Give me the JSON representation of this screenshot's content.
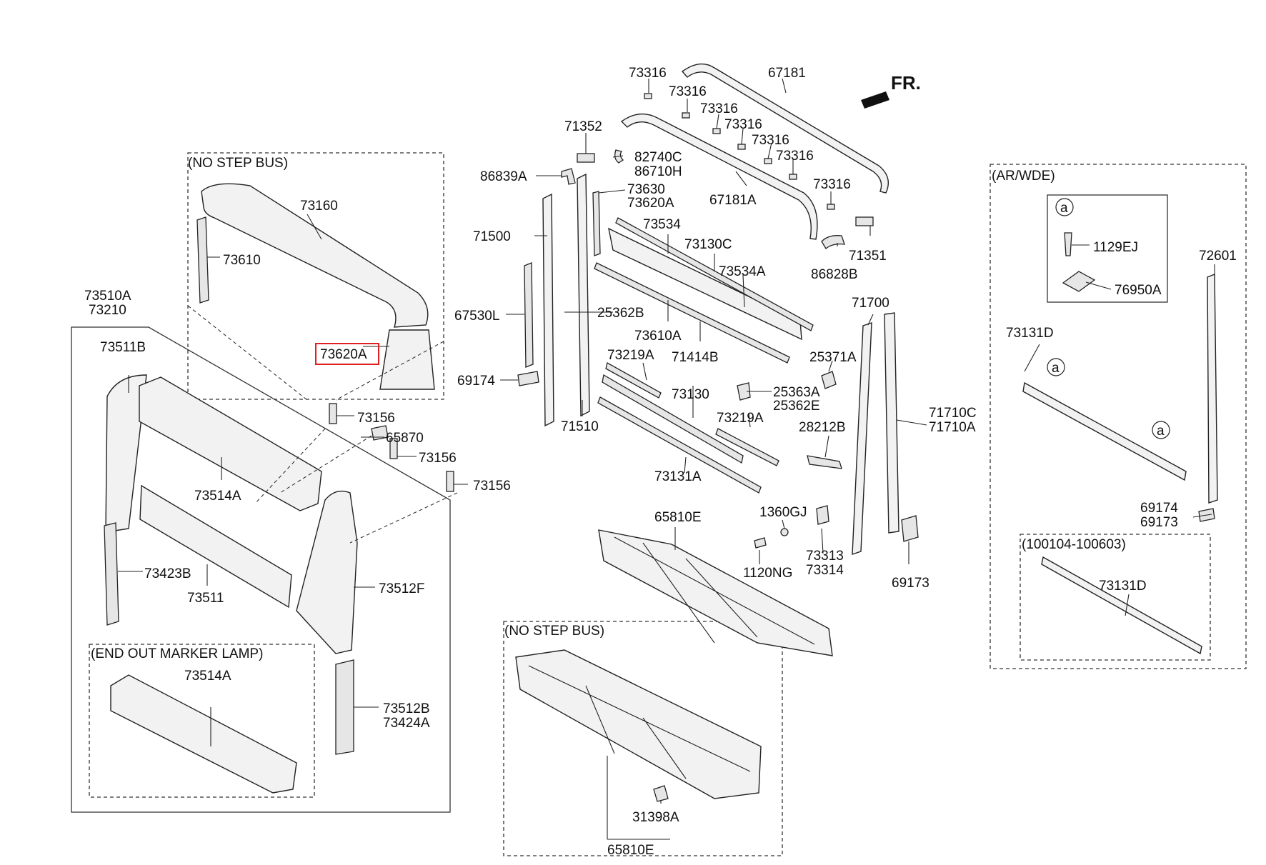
{
  "diagram": {
    "direction_label": "FR.",
    "highlighted_part": "73620A",
    "groups": {
      "no_step_bus_top": "(NO STEP BUS)",
      "no_step_bus_bottom": "(NO STEP BUS)",
      "end_out_marker_lamp": "(END OUT MARKER LAMP)",
      "ar_wde": "(AR/WDE)",
      "date_range": "(100104-100603)"
    },
    "detail_marker": "a",
    "labels": {
      "p73316_1": "73316",
      "p73316_2": "73316",
      "p73316_3": "73316",
      "p73316_4": "73316",
      "p73316_5": "73316",
      "p73316_6": "73316",
      "p73316_7": "73316",
      "p67181": "67181",
      "p71352": "71352",
      "p82740C": "82740C",
      "p86710H": "86710H",
      "p86839A": "86839A",
      "p67181A": "67181A",
      "p73630": "73630",
      "p73620A_top": "73620A",
      "p71500": "71500",
      "p73534": "73534",
      "p73130C": "73130C",
      "p86828B": "86828B",
      "p71351": "71351",
      "p73534A": "73534A",
      "p67530L": "67530L",
      "p25362B": "25362B",
      "p73610A": "73610A",
      "p71414B": "71414B",
      "p69174_mid": "69174",
      "p73219A_1": "73219A",
      "p73130": "73130",
      "p71510": "71510",
      "p73219A_2": "73219A",
      "p73131A": "73131A",
      "p25363A": "25363A",
      "p25362E": "25362E",
      "p25371A": "25371A",
      "p28212B": "28212B",
      "p71700": "71700",
      "p71710C": "71710C",
      "p71710A": "71710A",
      "p1360GJ": "1360GJ",
      "p1120NG": "1120NG",
      "p73313": "73313",
      "p73314": "73314",
      "p69173_mid": "69173",
      "p65810E_1": "65810E",
      "p65810E_2": "65810E",
      "p31398A": "31398A",
      "p73160": "73160",
      "p73610": "73610",
      "p73620A_box": "73620A",
      "p73510A": "73510A",
      "p73210": "73210",
      "p73511B": "73511B",
      "p73156_1": "73156",
      "p65870": "65870",
      "p73156_2": "73156",
      "p73156_3": "73156",
      "p73514A_1": "73514A",
      "p73423B": "73423B",
      "p73511": "73511",
      "p73512F": "73512F",
      "p73514A_2": "73514A",
      "p73512B": "73512B",
      "p73424A": "73424A",
      "p1129EJ": "1129EJ",
      "p76950A": "76950A",
      "p72601": "72601",
      "p73131D_1": "73131D",
      "p69174_r": "69174",
      "p69173_r": "69173",
      "p73131D_2": "73131D"
    }
  }
}
